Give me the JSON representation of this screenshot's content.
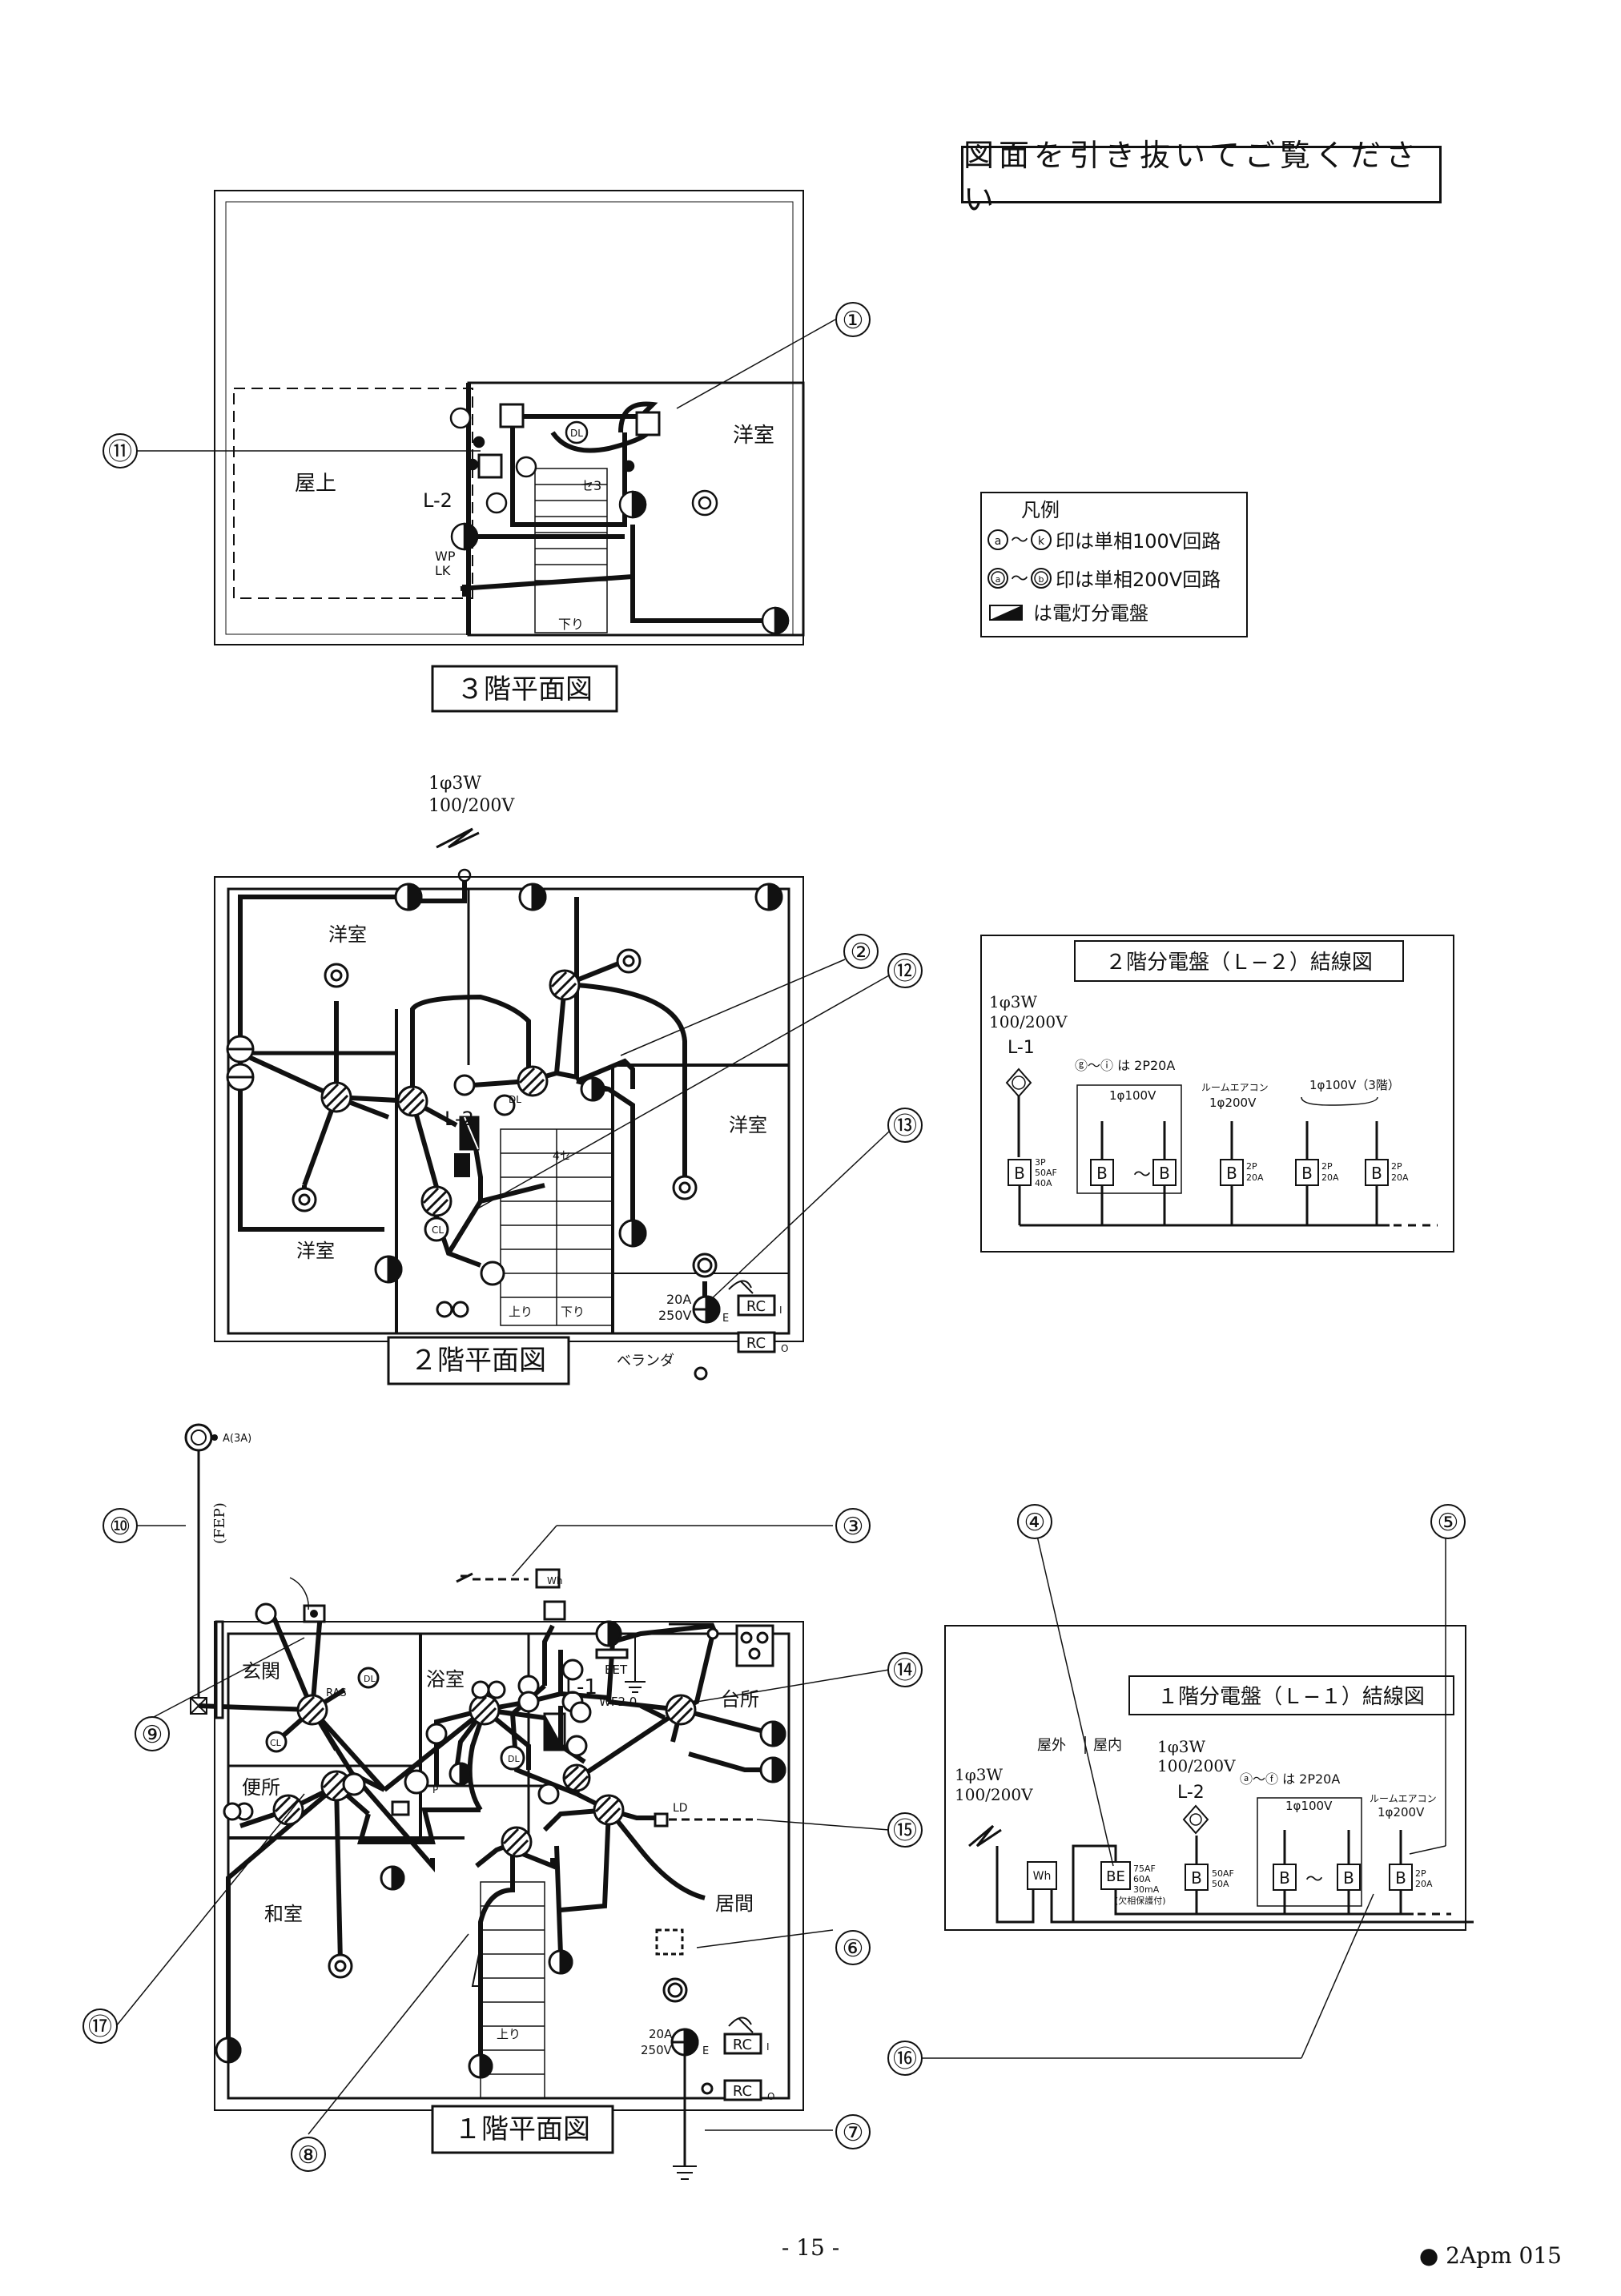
{
  "header": {
    "instruction": "図面を引き抜いてご覧ください"
  },
  "floors": {
    "f3": {
      "title": "３階平面図",
      "rooms": [
        "屋上",
        "洋室"
      ]
    },
    "f2": {
      "title": "２階平面図",
      "rooms": [
        "洋室",
        "洋室",
        "洋室"
      ],
      "supply": [
        "1φ3W",
        "100/200V"
      ],
      "veranda": "ベランダ"
    },
    "f1": {
      "title": "１階平面図",
      "rooms": [
        "玄関",
        "浴室",
        "台所",
        "便所",
        "和室",
        "居間"
      ],
      "fep": "(FEP)",
      "meter": "A(3A)"
    }
  },
  "legend": {
    "title": "凡例",
    "line1": "印は単相100V回路",
    "line2": "印は単相200V回路",
    "line3": "は電灯分電盤",
    "sym_a": "a",
    "sym_k": "k",
    "sym_aa": "a",
    "sym_b": "b",
    "tilde": "〜"
  },
  "panel2": {
    "title": "２階分電盤（Ｌ−２）結線図",
    "supply": [
      "1φ3W",
      "100/200V"
    ],
    "feed": "L-1",
    "note": "ⓖ〜ⓘ は 2P20A",
    "group1": "1φ100V",
    "aircon": "ルームエアコン",
    "aircon_v": "1φ200V",
    "group3": "1φ100V（3階）",
    "main": [
      "3P",
      "50AF",
      "40A"
    ],
    "branch": [
      "2P",
      "20A"
    ],
    "b": "B"
  },
  "panel1": {
    "title": "１階分電盤（Ｌ−１）結線図",
    "outside": "屋外",
    "inside": "屋内",
    "supply": [
      "1φ3W",
      "100/200V"
    ],
    "supply_in": [
      "1φ3W",
      "100/200V"
    ],
    "feed": "L-2",
    "note": "ⓐ〜ⓕ は 2P20A",
    "group1": "1φ100V",
    "aircon": "ルームエアコン",
    "aircon_v": "1φ200V",
    "wh": "Wh",
    "be": "BE",
    "be_spec": [
      "75AF",
      "60A",
      "30mA",
      "(欠相保護付)"
    ],
    "feed_spec": [
      "50AF",
      "50A"
    ],
    "branch": [
      "2P",
      "20A"
    ],
    "b": "B"
  },
  "callouts": [
    "①",
    "②",
    "③",
    "④",
    "⑤",
    "⑥",
    "⑦",
    "⑧",
    "⑨",
    "⑩",
    "⑪",
    "⑫",
    "⑬",
    "⑭",
    "⑮",
    "⑯",
    "⑰"
  ],
  "labels": {
    "wp": "WP",
    "lk": "LK",
    "dl": "DL",
    "cl": "CL",
    "eet": "EET",
    "ras": "RAS",
    "wf": "WF2.0",
    "ld": "LD",
    "rc": "RC",
    "rci": "I",
    "rco": "O",
    "outlet": [
      "20A",
      "250V"
    ],
    "e": "E",
    "p": "P",
    "up": "上り",
    "down": "下り",
    "l1": "L-1",
    "l2": "L-2",
    "s3": "セ3",
    "s4": "4セ",
    "two": "2"
  },
  "page": {
    "number": "- 15 -",
    "code": "● 2Apm 015"
  }
}
